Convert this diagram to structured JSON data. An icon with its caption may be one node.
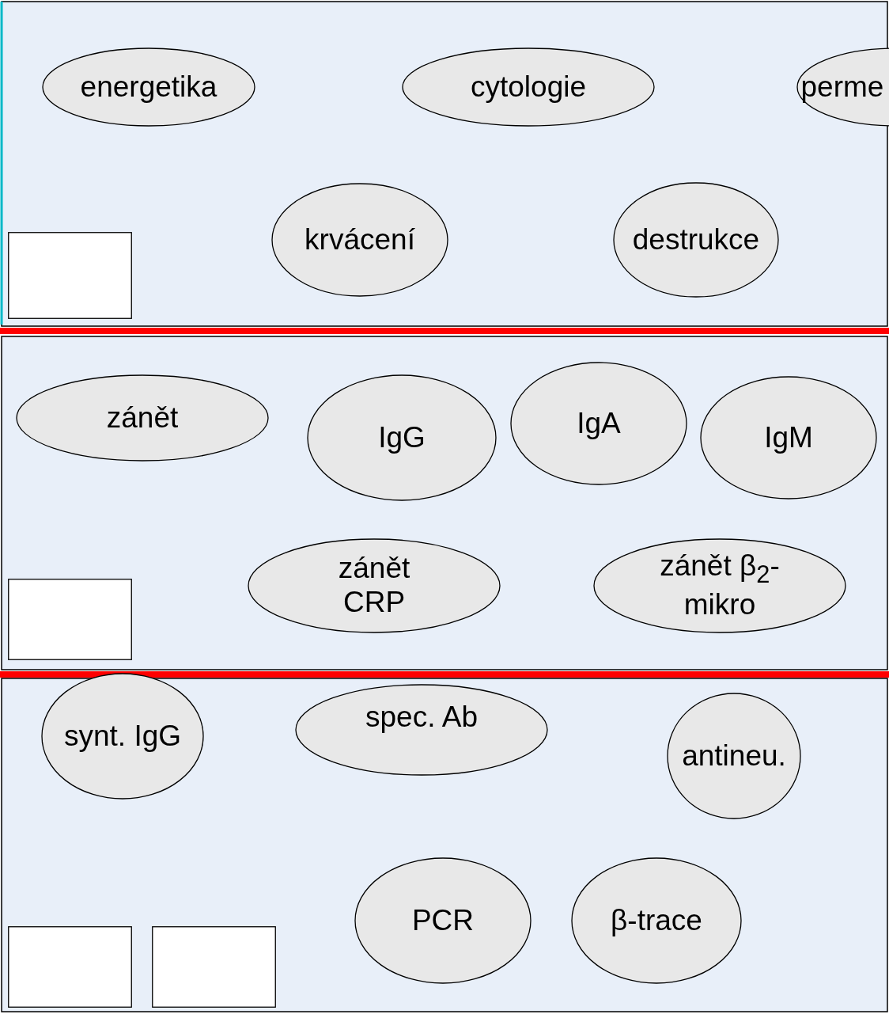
{
  "diagram": {
    "nodes": [
      {
        "text": [
          "energetika"
        ]
      },
      {
        "text": [
          "cytologie"
        ]
      },
      {
        "text": [
          "perme"
        ]
      },
      {
        "text": [
          "krvácení"
        ]
      },
      {
        "text": [
          "destrukce"
        ]
      },
      {
        "text": [],
        "shape": "box"
      },
      {
        "text": [
          "zánět"
        ]
      },
      {
        "text": [
          "IgG"
        ]
      },
      {
        "text": [
          "IgA"
        ]
      },
      {
        "text": [
          "IgM"
        ]
      },
      {
        "text": [
          "zánět CRP"
        ]
      },
      {
        "text": [
          "zánět β$_{2}$-mikro"
        ]
      },
      {
        "text": [],
        "shape": "box"
      },
      {
        "text": [
          "synt. IgG"
        ]
      },
      {
        "text": [
          "spec. Ab"
        ]
      },
      {
        "text": [
          "antineu."
        ]
      },
      {
        "text": [
          "PCR"
        ]
      },
      {
        "text": [
          "β-trace"
        ]
      },
      {
        "text": [],
        "shape": "box"
      },
      {
        "text": [],
        "shape": "box"
      }
    ]
  }
}
